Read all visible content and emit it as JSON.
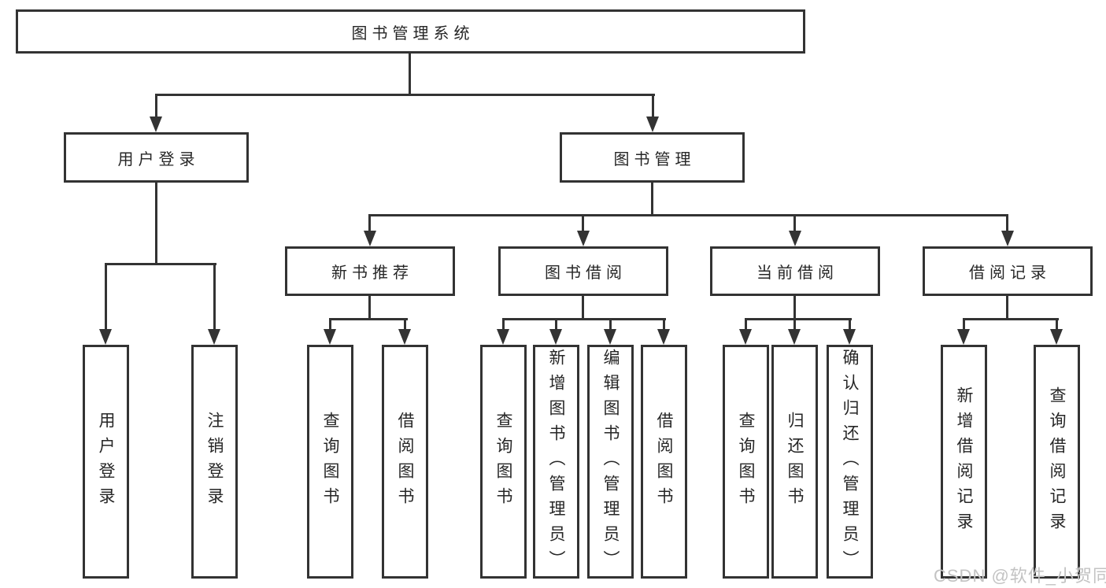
{
  "diagram": {
    "root": {
      "label": "图书管理系统"
    },
    "level2": [
      {
        "label": "用户登录"
      },
      {
        "label": "图书管理"
      }
    ],
    "level3": [
      {
        "label": "新书推荐"
      },
      {
        "label": "图书借阅"
      },
      {
        "label": "当前借阅"
      },
      {
        "label": "借阅记录"
      }
    ],
    "leaves": [
      {
        "label": "用户登录"
      },
      {
        "label": "注销登录"
      },
      {
        "label": "查询图书"
      },
      {
        "label": "借阅图书"
      },
      {
        "label": "查询图书"
      },
      {
        "label": "新增图书（管理员）"
      },
      {
        "label": "编辑图书（管理员）"
      },
      {
        "label": "借阅图书"
      },
      {
        "label": "查询图书"
      },
      {
        "label": "归还图书"
      },
      {
        "label": "确认归还（管理员）"
      },
      {
        "label": "新增借阅记录"
      },
      {
        "label": "查询借阅记录"
      }
    ]
  },
  "watermark": {
    "text": "CSDN @软件_小贺同学"
  },
  "colors": {
    "line": "#333333",
    "text": "#262626",
    "watermark": "#c3c3c3",
    "background": "#ffffff"
  }
}
